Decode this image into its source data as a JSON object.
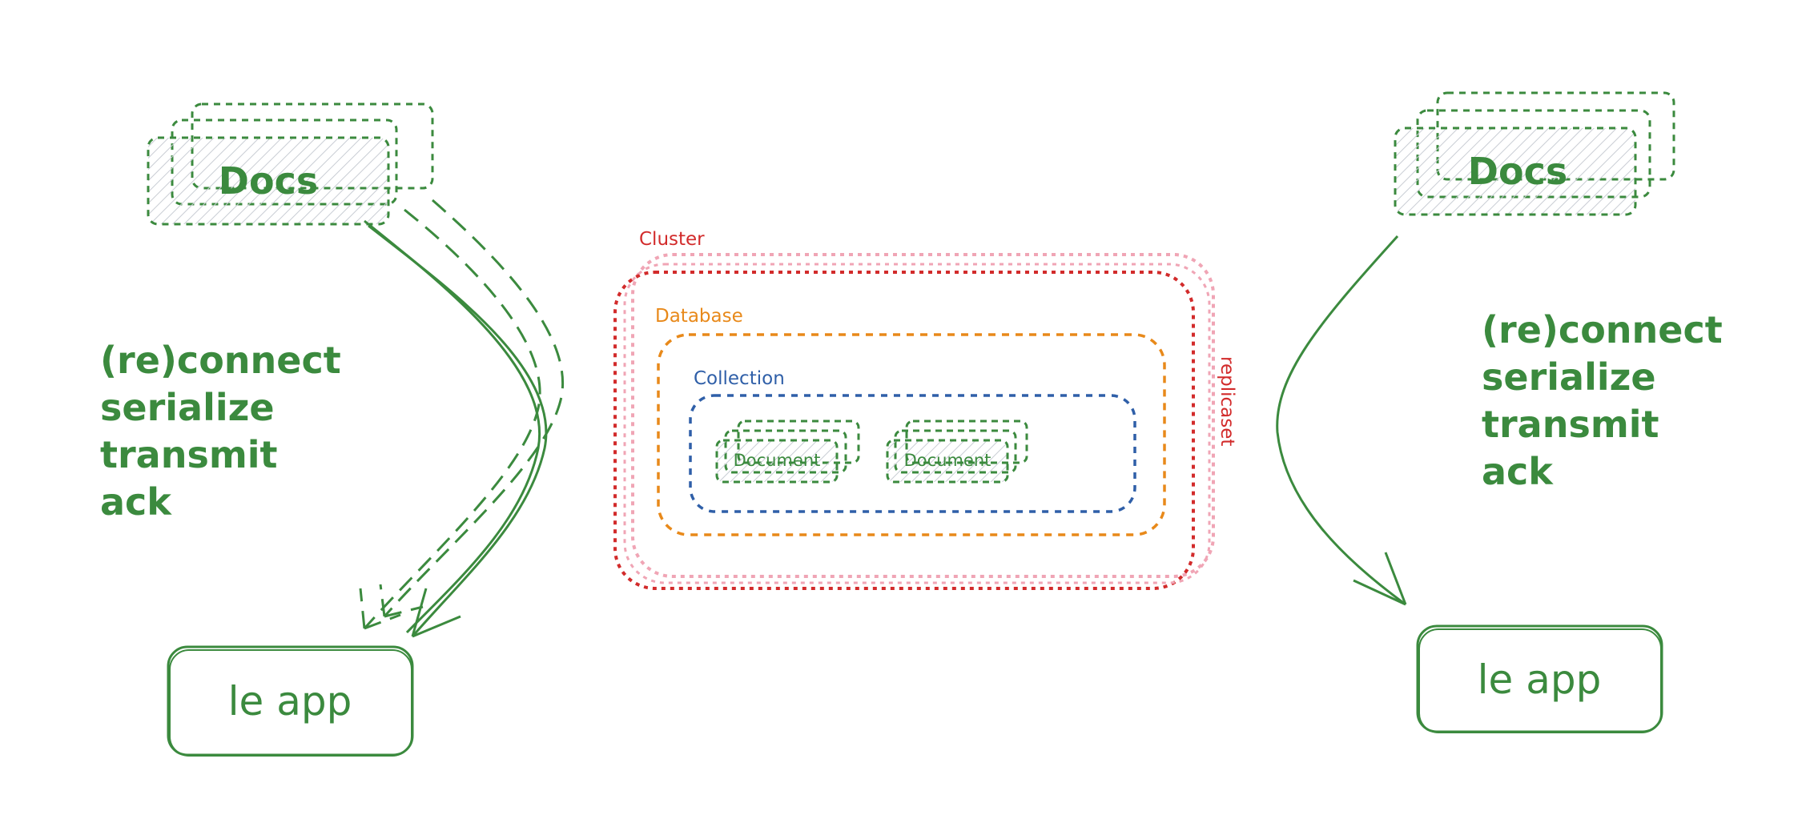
{
  "colors": {
    "green": "#3b8a3e",
    "red": "#d22b2b",
    "pink": "#f0a5b5",
    "orange": "#e8891a",
    "blue": "#2f5fa8",
    "hatch": "#c9cdd4"
  },
  "left": {
    "docs_label": "Docs",
    "steps": [
      "(re)connect",
      "serialize",
      "transmit",
      "ack"
    ],
    "app_label": "le app"
  },
  "right": {
    "docs_label": "Docs",
    "steps": [
      "(re)connect",
      "serialize",
      "transmit",
      "ack"
    ],
    "app_label": "le app"
  },
  "center": {
    "cluster_label": "Cluster",
    "replicaset_label": "replicaset",
    "database_label": "Database",
    "collection_label": "Collection",
    "documents": [
      "Document",
      "Document"
    ]
  }
}
